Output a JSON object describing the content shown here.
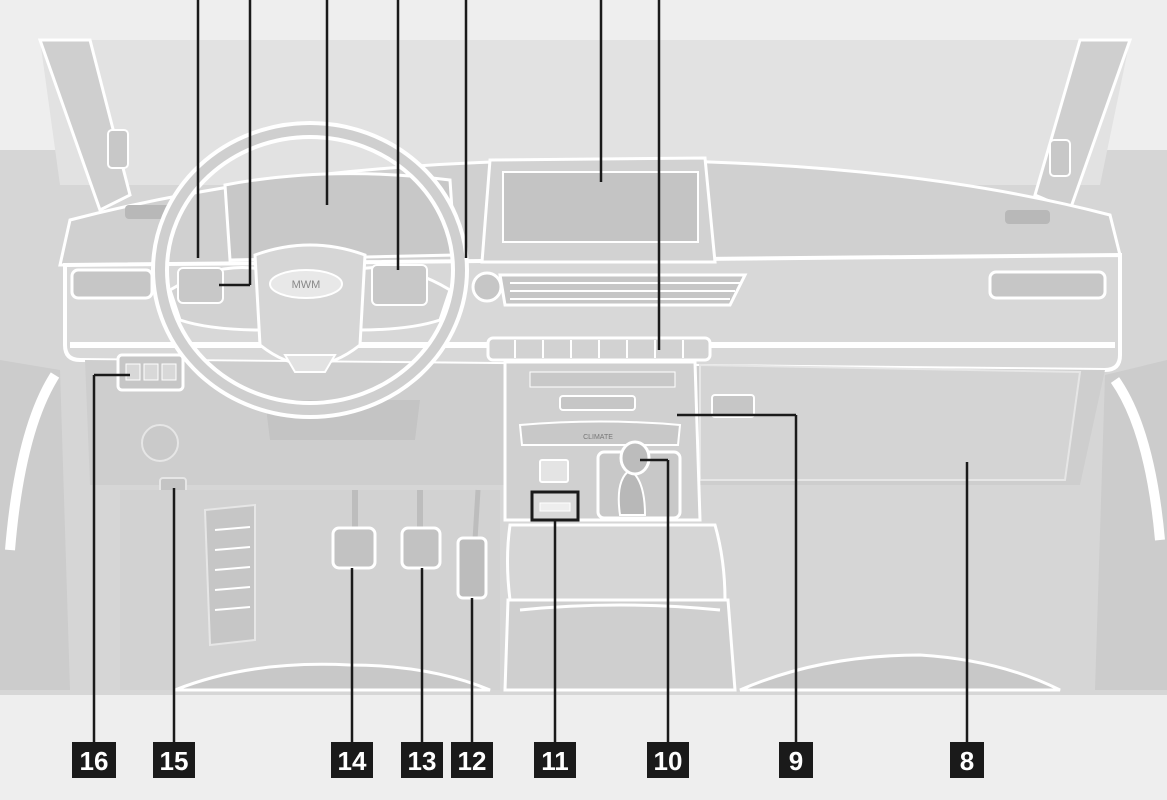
{
  "diagram": {
    "subject": "vehicle dashboard interior line drawing",
    "callouts": [
      {
        "label": "8",
        "part": "glovebox"
      },
      {
        "label": "9",
        "part": "climate-control-panel"
      },
      {
        "label": "10",
        "part": "gear-shifter"
      },
      {
        "label": "11",
        "part": "usb-port"
      },
      {
        "label": "12",
        "part": "accelerator-pedal"
      },
      {
        "label": "13",
        "part": "brake-pedal"
      },
      {
        "label": "14",
        "part": "clutch-pedal"
      },
      {
        "label": "15",
        "part": "hood-release-lever"
      },
      {
        "label": "16",
        "part": "light-switch-panel"
      }
    ],
    "steering_badge": "MWM",
    "climate_label": "CLIMATE"
  },
  "colors": {
    "background": "#eeeeee",
    "interior": "#d6d6d6",
    "outline": "#ffffff",
    "shadow": "#b8b8b8",
    "screen": "#c4c4c4",
    "label_bg": "#1a1a1a",
    "leader": "#1a1a1a"
  }
}
